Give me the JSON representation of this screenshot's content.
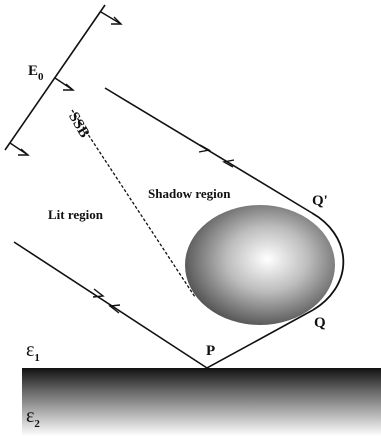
{
  "labels": {
    "e0_main": "E",
    "e0_sub": "0",
    "ssb": "SSB",
    "shadow": "Shadow region",
    "lit": "Lit region",
    "q_prime": "Q'",
    "q": "Q",
    "p": "P",
    "eps1_main": "ε",
    "eps1_sub": "1",
    "eps2_main": "ε",
    "eps2_sub": "2"
  },
  "colors": {
    "line": "#111111",
    "ground_top": "#111111",
    "ground_bottom": "#ffffff",
    "sphere_highlight": "#ffffff",
    "sphere_mid": "#bdbdbd",
    "sphere_edge": "#4a4a4a"
  }
}
